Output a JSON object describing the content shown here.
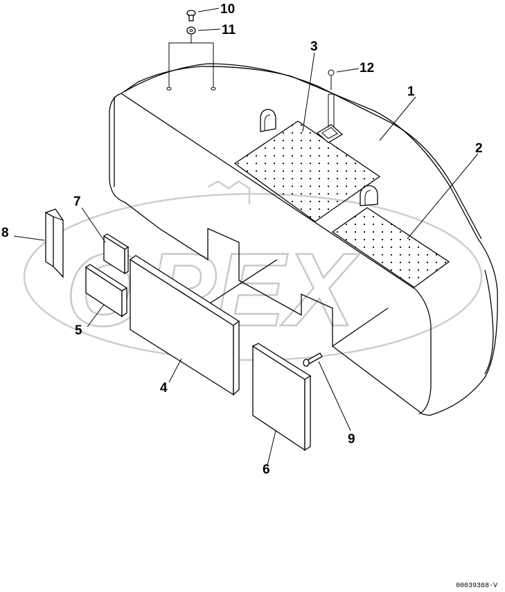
{
  "callouts": {
    "c1": "1",
    "c2": "2",
    "c3": "3",
    "c4": "4",
    "c5": "5",
    "c6": "6",
    "c7": "7",
    "c8": "8",
    "c9": "9",
    "c10": "10",
    "c11": "11",
    "c12": "12"
  },
  "drawing_code": "00039368-V",
  "watermark": "OPEX"
}
